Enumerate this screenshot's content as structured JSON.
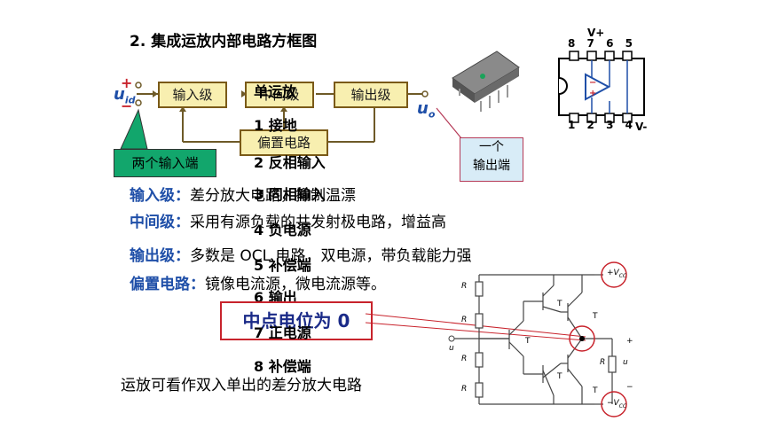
{
  "title": "2. 集成运放内部电路方框图",
  "blocks": {
    "input": "输入级",
    "middle": "中间级",
    "output": "输出级",
    "bias": "偏置电路"
  },
  "signals": {
    "uid_main": "u",
    "uid_sub": "id",
    "plus": "+",
    "minus": "−",
    "uo_main": "u",
    "uo_sub": "o"
  },
  "callouts": {
    "two_inputs": "两个输入端",
    "one_output_line1": "一个",
    "one_output_line2": "输出端"
  },
  "pins": {
    "header": "单运放",
    "items": [
      "1 接地",
      "2 反相输入",
      "3 同相输入",
      "4 负电源",
      "5 补偿端",
      "6 输出",
      "7 正电源",
      "8 补偿端"
    ]
  },
  "descriptions": [
    {
      "label": "输入级：",
      "text": "差分放大电路，抑制温漂"
    },
    {
      "label": "中间级：",
      "text": "采用有源负载的共发射极电路，增益高"
    },
    {
      "label": "输出级：",
      "text": "多数是 OCL 电路，双电源，带负载能力强"
    },
    {
      "label": "偏置电路：",
      "text": "镜像电流源，微电流源等。"
    }
  ],
  "midpoint_note": "中点电位为 0",
  "footer": "运放可看作双入单出的差分放大电路",
  "ic_pinout": {
    "top_pins": [
      "8",
      "7",
      "6",
      "5"
    ],
    "bottom_pins": [
      "1",
      "2",
      "3",
      "4"
    ],
    "vplus": "V+",
    "vminus": "V-"
  },
  "circuit": {
    "vcc_pos": "+V",
    "vcc_pos_sub": "CC",
    "vcc_neg": "−V",
    "vcc_neg_sub": "CC",
    "R1": "R",
    "R2": "R",
    "R3": "R",
    "R4": "R",
    "RL": "R",
    "T1": "T",
    "T2": "T",
    "T3": "T",
    "T4": "T",
    "T5": "T",
    "ui": "u",
    "uo": "u",
    "plus": "+",
    "minus": "−"
  },
  "colors": {
    "accent_blue": "#1f4fa8",
    "red": "#c8232c",
    "block_fill": "#f8efb0",
    "callout_green": "#12a66c"
  }
}
